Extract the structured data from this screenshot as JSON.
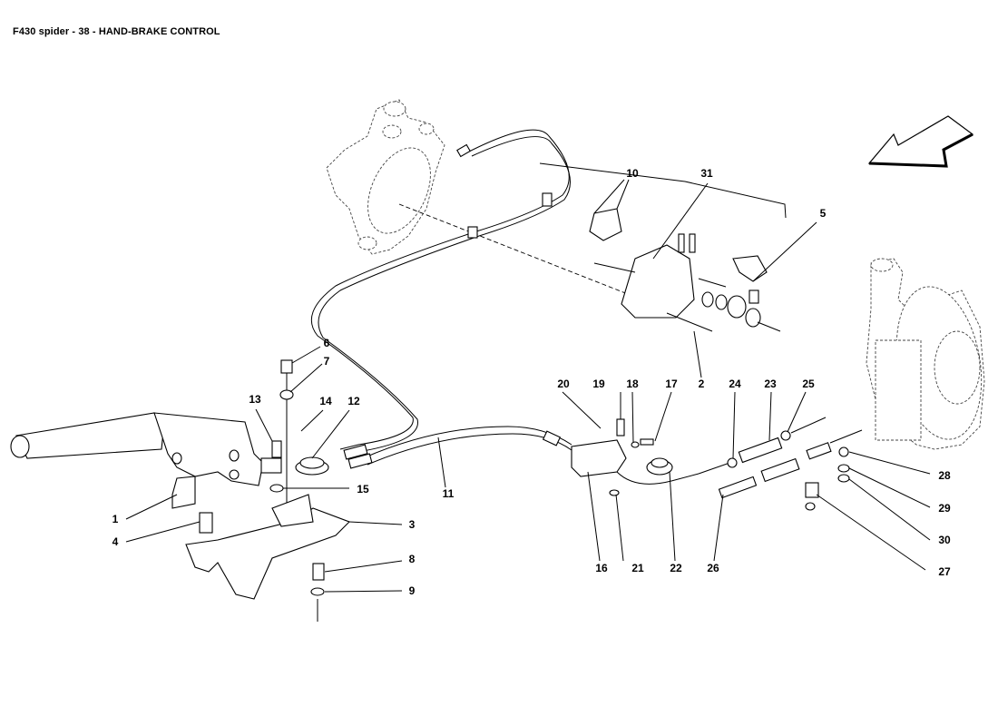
{
  "header": {
    "title": "F430 spider - 38 - HAND-BRAKE CONTROL"
  },
  "diagram": {
    "direction_indicator": "arrow-pointing-front-left",
    "callouts": [
      {
        "id": "1",
        "label": "1"
      },
      {
        "id": "2",
        "label": "2"
      },
      {
        "id": "3",
        "label": "3"
      },
      {
        "id": "4",
        "label": "4"
      },
      {
        "id": "5",
        "label": "5"
      },
      {
        "id": "6",
        "label": "6"
      },
      {
        "id": "7",
        "label": "7"
      },
      {
        "id": "8",
        "label": "8"
      },
      {
        "id": "9",
        "label": "9"
      },
      {
        "id": "10",
        "label": "10"
      },
      {
        "id": "11",
        "label": "11"
      },
      {
        "id": "12",
        "label": "12"
      },
      {
        "id": "13",
        "label": "13"
      },
      {
        "id": "14",
        "label": "14"
      },
      {
        "id": "15",
        "label": "15"
      },
      {
        "id": "16",
        "label": "16"
      },
      {
        "id": "17",
        "label": "17"
      },
      {
        "id": "18",
        "label": "18"
      },
      {
        "id": "19",
        "label": "19"
      },
      {
        "id": "20",
        "label": "20"
      },
      {
        "id": "21",
        "label": "21"
      },
      {
        "id": "22",
        "label": "22"
      },
      {
        "id": "23",
        "label": "23"
      },
      {
        "id": "24",
        "label": "24"
      },
      {
        "id": "25",
        "label": "25"
      },
      {
        "id": "26",
        "label": "26"
      },
      {
        "id": "27",
        "label": "27"
      },
      {
        "id": "28",
        "label": "28"
      },
      {
        "id": "29",
        "label": "29"
      },
      {
        "id": "30",
        "label": "30"
      },
      {
        "id": "31",
        "label": "31"
      }
    ]
  }
}
